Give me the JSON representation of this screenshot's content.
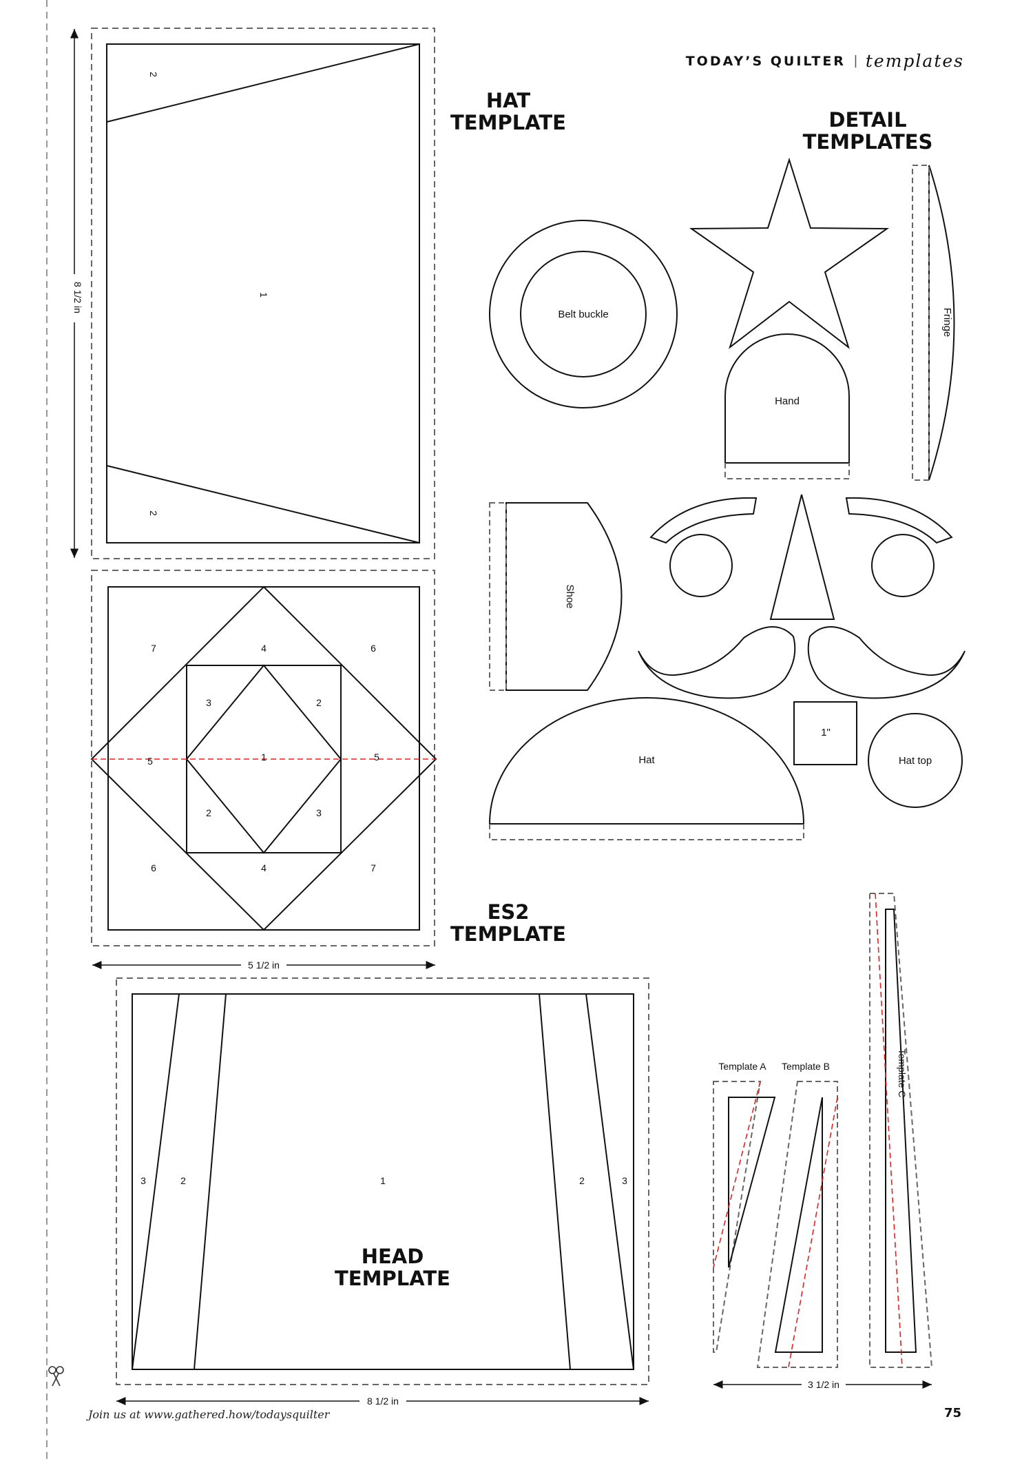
{
  "header": {
    "brand": "TODAY’S QUILTER",
    "section": "templates"
  },
  "headings": {
    "hat": [
      "HAT",
      "TEMPLATE"
    ],
    "detail": [
      "DETAIL",
      "TEMPLATES"
    ],
    "es2": [
      "ES2",
      "TEMPLATE"
    ],
    "head": [
      "HEAD",
      "TEMPLATE"
    ]
  },
  "hat_template": {
    "top_piece": "2",
    "center_piece": "1",
    "bottom_piece": "2",
    "height": "8 1/2 in"
  },
  "es2_template": {
    "numbers": [
      "7",
      "4",
      "6",
      "3",
      "2",
      "1",
      "5",
      "5",
      "2",
      "3",
      "6",
      "4",
      "7"
    ],
    "width": "5 1/2 in"
  },
  "head_template": {
    "numbers": [
      "3",
      "2",
      "1",
      "2",
      "3"
    ],
    "width": "8 1/2 in"
  },
  "detail_templates": {
    "belt_buckle": "Belt buckle",
    "hand": "Hand",
    "fringe": "Fringe",
    "shoe": "Shoe",
    "hat": "Hat",
    "square": "1\"",
    "hat_top": "Hat top"
  },
  "small_templates": {
    "a": "Template A",
    "b": "Template B",
    "c": "Template C",
    "width": "3 1/2 in"
  },
  "footer": {
    "text": "Join us at www.gathered.how/todaysquilter",
    "page": "75"
  }
}
